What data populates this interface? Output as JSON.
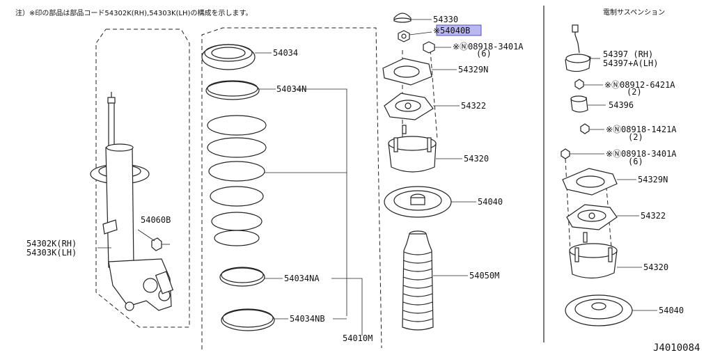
{
  "note": "注）※印の部品は部品コード54302K(RH),54303K(LH)の構成を示します。",
  "right_header": "電制サスペンション",
  "diagram_id": "J4010084",
  "labels": {
    "p54330": "54330",
    "p54040B": "※54040B",
    "p08918_a_code": "※Ⓝ08918-3401A",
    "p08918_a_qty": "(6)",
    "p54329N": "54329N",
    "p54322": "54322",
    "p54320": "54320",
    "p54040": "54040",
    "p54050M": "54050M",
    "p54034": "54034",
    "p54034N": "54034N",
    "p54034NA": "54034NA",
    "p54034NB": "54034NB",
    "p54010M": "54010M",
    "p54060B": "54060B",
    "p54302K": "54302K(RH)",
    "p54303K": "54303K(LH)",
    "r54397": "54397   (RH)",
    "r54397A": "54397+A(LH)",
    "r08912_code": "※Ⓝ08912-6421A",
    "r08912_qty": "(2)",
    "r54396": "54396",
    "r08918_1421_code": "※Ⓝ08918-1421A",
    "r08918_1421_qty": "(2)",
    "r08918_3401_code": "※Ⓝ08918-3401A",
    "r08918_3401_qty": "(6)",
    "r54329N": "54329N",
    "r54322": "54322",
    "r54320": "54320",
    "r54040": "54040"
  },
  "colors": {
    "highlight": "#b9b9ef",
    "line": "#222222"
  }
}
